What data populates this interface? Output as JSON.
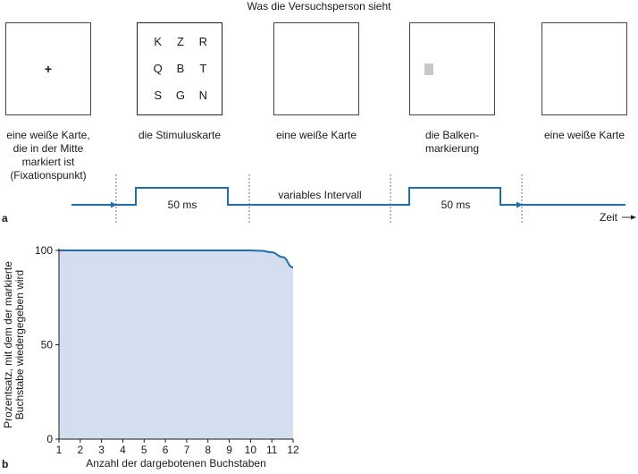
{
  "title": "Was die Versuchsperson sieht",
  "cards": {
    "fixation_mark": "+",
    "stimulus_letters": [
      "K",
      "Z",
      "R",
      "Q",
      "B",
      "T",
      "S",
      "G",
      "N"
    ]
  },
  "captions": {
    "card1": "eine weiße Karte,\ndie in der Mitte\nmarkiert ist\n(Fixationspunkt)",
    "card2": "die Stimuluskarte",
    "card3": "eine weiße Karte",
    "card4": "die Balken-\nmarkierung",
    "card5": "eine weiße Karte"
  },
  "timeline": {
    "pulse1_label": "50 ms",
    "interval_label": "variables Intervall",
    "pulse2_label": "50 ms",
    "time_label": "Zeit"
  },
  "panel_labels": {
    "a": "a",
    "b": "b"
  },
  "colors": {
    "line": "#1f6fb0",
    "fill": "#d4deef",
    "mark": "#c8c8c8"
  },
  "chart_data": {
    "type": "area",
    "xlabel": "Anzahl der dargebotenen Buchstaben",
    "ylabel_line1": "Prozentsatz, mit dem der markierte",
    "ylabel_line2": "Buchstabe wiedergegeben wird",
    "x_ticks": [
      1,
      2,
      3,
      4,
      5,
      6,
      7,
      8,
      9,
      10,
      11,
      12
    ],
    "y_ticks": [
      0,
      50,
      100
    ],
    "xlim": [
      1,
      12
    ],
    "ylim": [
      0,
      100
    ],
    "grid": false,
    "series": [
      {
        "x": [
          1,
          2,
          3,
          4,
          5,
          6,
          7,
          8,
          9,
          10,
          10.5,
          11,
          11.5,
          12
        ],
        "y": [
          100,
          100,
          100,
          100,
          100,
          100,
          100,
          100,
          100,
          100,
          99.8,
          99,
          96.5,
          91
        ]
      }
    ]
  }
}
